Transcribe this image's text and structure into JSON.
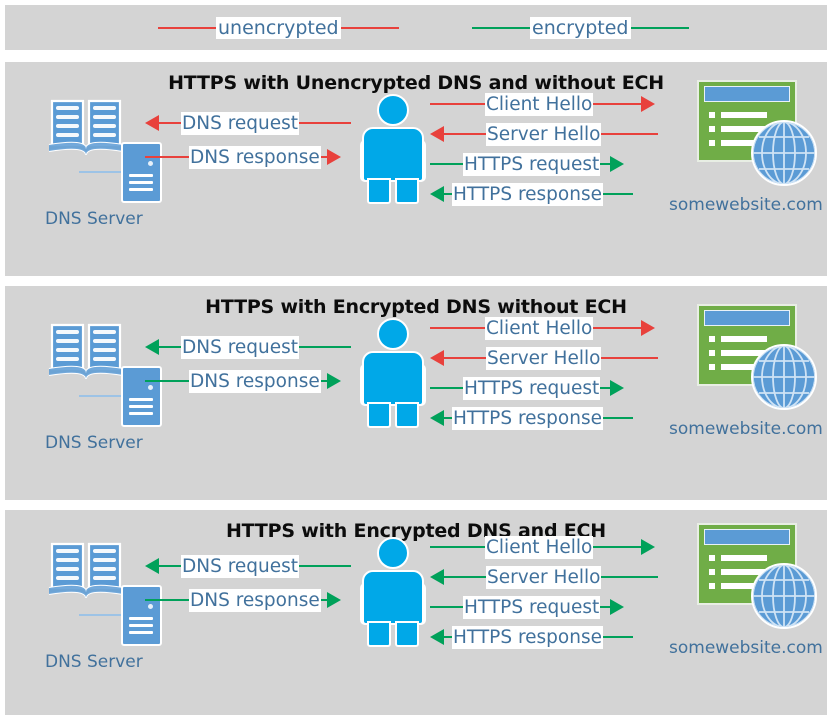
{
  "legend": {
    "items": [
      {
        "label": "unencrypted",
        "color": "#e8413c",
        "name": "legend-unencrypted"
      },
      {
        "label": "encrypted",
        "color": "#00a15a",
        "name": "legend-encrypted"
      }
    ]
  },
  "colors": {
    "unencrypted": "#e8413c",
    "encrypted": "#00a15a",
    "panel_background": "#d4d4d4",
    "page_background": "#ffffff",
    "label_text": "#41719c",
    "title_text": "#0c0c0c",
    "person": "#00a8e8",
    "server_blue": "#5b9bd5",
    "browser_green": "#70ad47",
    "link_line": "#9dc3e6"
  },
  "nodes": {
    "dns_server_caption": "DNS Server",
    "website_caption": "somewebsite.com"
  },
  "panels": [
    {
      "title": "HTTPS with Unencrypted DNS and without ECH",
      "flows": [
        {
          "label": "DNS request",
          "direction": "left",
          "color": "#e8413c",
          "side": "dns"
        },
        {
          "label": "DNS response",
          "direction": "right",
          "color": "#e8413c",
          "side": "dns"
        },
        {
          "label": "Client Hello",
          "direction": "right",
          "color": "#e8413c",
          "side": "web"
        },
        {
          "label": "Server Hello",
          "direction": "left",
          "color": "#e8413c",
          "side": "web"
        },
        {
          "label": "HTTPS request",
          "direction": "right",
          "color": "#00a15a",
          "side": "web"
        },
        {
          "label": "HTTPS response",
          "direction": "left",
          "color": "#00a15a",
          "side": "web"
        }
      ]
    },
    {
      "title": "HTTPS with Encrypted DNS without ECH",
      "flows": [
        {
          "label": "DNS request",
          "direction": "left",
          "color": "#00a15a",
          "side": "dns"
        },
        {
          "label": "DNS response",
          "direction": "right",
          "color": "#00a15a",
          "side": "dns"
        },
        {
          "label": "Client Hello",
          "direction": "right",
          "color": "#e8413c",
          "side": "web"
        },
        {
          "label": "Server Hello",
          "direction": "left",
          "color": "#e8413c",
          "side": "web"
        },
        {
          "label": "HTTPS request",
          "direction": "right",
          "color": "#00a15a",
          "side": "web"
        },
        {
          "label": "HTTPS response",
          "direction": "left",
          "color": "#00a15a",
          "side": "web"
        }
      ]
    },
    {
      "title": "HTTPS with Encrypted DNS and ECH",
      "flows": [
        {
          "label": "DNS request",
          "direction": "left",
          "color": "#00a15a",
          "side": "dns"
        },
        {
          "label": "DNS response",
          "direction": "right",
          "color": "#00a15a",
          "side": "dns"
        },
        {
          "label": "Client Hello",
          "direction": "right",
          "color": "#00a15a",
          "side": "web"
        },
        {
          "label": "Server Hello",
          "direction": "left",
          "color": "#00a15a",
          "side": "web"
        },
        {
          "label": "HTTPS request",
          "direction": "right",
          "color": "#00a15a",
          "side": "web"
        },
        {
          "label": "HTTPS response",
          "direction": "left",
          "color": "#00a15a",
          "side": "web"
        }
      ]
    }
  ],
  "icons": {
    "book": "open-book-icon",
    "server": "server-tower-icon",
    "person": "user-person-icon",
    "browser": "browser-window-icon",
    "globe": "globe-icon"
  }
}
